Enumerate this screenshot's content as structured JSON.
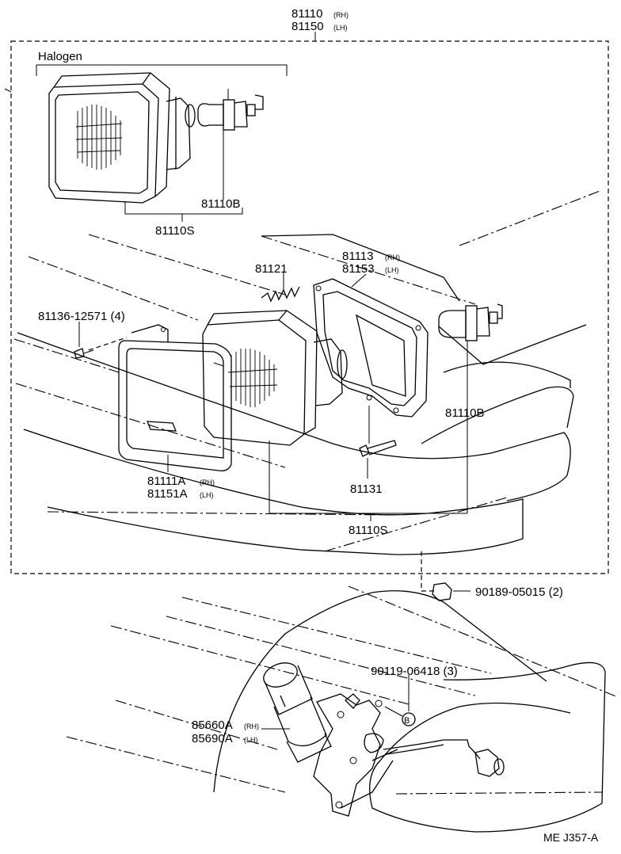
{
  "labels": {
    "assembly_rh": "81110",
    "assembly_rh_suffix": "(RH)",
    "assembly_lh": "81150",
    "assembly_lh_suffix": "(LH)",
    "halogen": "Halogen",
    "bulb_halogen": "81110B",
    "unit_halogen": "81110S",
    "spring": "81121",
    "housing_rh": "81113",
    "housing_rh_suffix": "(RH)",
    "housing_lh": "81153",
    "housing_lh_suffix": "(LH)",
    "screw": "81136-12571 (4)",
    "bulb_main": "81110B",
    "ring_rh": "81111A",
    "ring_rh_suffix": "(RH)",
    "ring_lh": "81151A",
    "ring_lh_suffix": "(LH)",
    "adjust_screw": "81131",
    "unit_main": "81110S",
    "clip": "90189-05015 (2)",
    "bolt": "90119-06418 (3)",
    "bolt_marker": "B",
    "motor_rh": "85660A",
    "motor_rh_suffix": "(RH)",
    "motor_lh": "85690A",
    "motor_lh_suffix": "(LH)",
    "catalog_code": "ME J357-A"
  }
}
